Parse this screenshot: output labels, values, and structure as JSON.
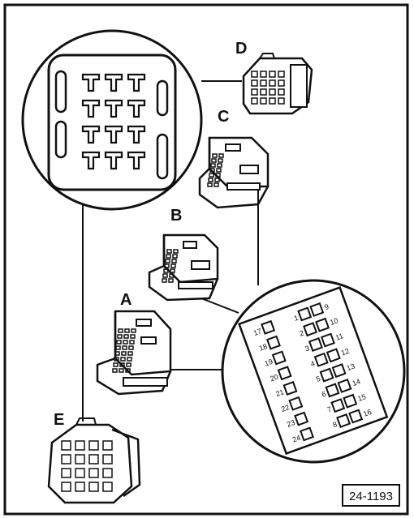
{
  "labels": {
    "a": "A",
    "b": "B",
    "c": "C",
    "d": "D",
    "e": "E"
  },
  "reference_number": "24-1193",
  "pin_numbers": [
    "1",
    "2",
    "3",
    "4",
    "5",
    "6",
    "7",
    "8",
    "9",
    "10",
    "11",
    "12",
    "13",
    "14",
    "15",
    "16",
    "17",
    "18",
    "19",
    "20",
    "21",
    "22",
    "23",
    "24"
  ]
}
